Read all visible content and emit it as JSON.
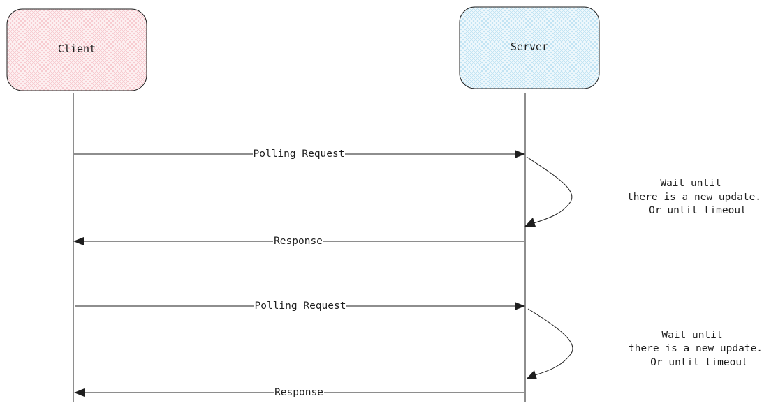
{
  "diagram": {
    "type": "sequence",
    "actors": [
      {
        "name": "Client",
        "fill": "#fde8ea",
        "stroke": "#1e1e1e"
      },
      {
        "name": "Server",
        "fill": "#e3f3fb",
        "stroke": "#1e1e1e"
      }
    ],
    "messages": [
      {
        "label": "Polling Request",
        "from": "Client",
        "to": "Server"
      },
      {
        "label": "Response",
        "from": "Server",
        "to": "Client"
      },
      {
        "label": "Polling Request",
        "from": "Client",
        "to": "Server"
      },
      {
        "label": "Response",
        "from": "Server",
        "to": "Client"
      }
    ],
    "notes": [
      {
        "lines": [
          "Wait until",
          "there is a new update.",
          "Or until timeout"
        ]
      },
      {
        "lines": [
          "Wait until",
          "there is a new update.",
          "Or until timeout"
        ]
      }
    ],
    "colors": {
      "line": "#1e1e1e",
      "client_hatch": "#f4b6bd",
      "server_hatch": "#a9d8ef"
    }
  }
}
